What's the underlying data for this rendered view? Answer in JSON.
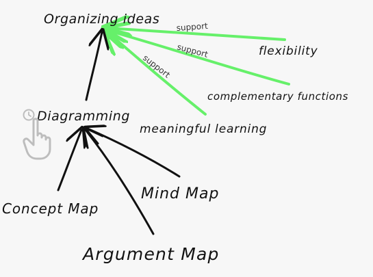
{
  "nodes": {
    "organizing": "Organizing ideas",
    "diagramming": "Diagramming",
    "flexibility": "flexibility",
    "complementary": "complementary functions",
    "meaningful": "meaningful learning",
    "concept_map": "Concept Map",
    "mind_map": "Mind Map",
    "argument_map": "Argument Map"
  },
  "edge_labels": {
    "support_1": "support",
    "support_2": "support",
    "support_3": "support"
  },
  "colors": {
    "support_edge": "#66f06a",
    "black_edge": "#111111",
    "background": "#f7f7f7",
    "cursor": "#bdbdbd"
  },
  "icons": {
    "cursor": "hand-pointer-icon",
    "badge": "clock-icon"
  }
}
